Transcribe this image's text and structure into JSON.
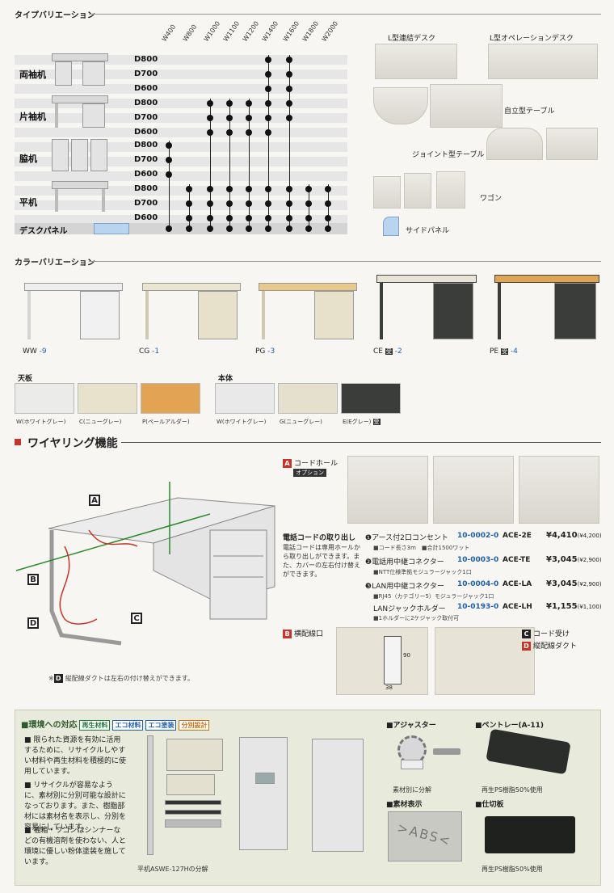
{
  "type_variation": {
    "title": "タイプバリエーション",
    "widths": [
      "W400",
      "W800",
      "W1000",
      "W1100",
      "W1200",
      "W1400",
      "W1600",
      "W1800",
      "W2000"
    ],
    "groups": [
      {
        "name": "両袖机",
        "depths": [
          "D800",
          "D700",
          "D600"
        ]
      },
      {
        "name": "片袖机",
        "depths": [
          "D800",
          "D700",
          "D600"
        ]
      },
      {
        "name": "脇机",
        "depths": [
          "D800",
          "D700",
          "D600"
        ]
      },
      {
        "name": "平机",
        "depths": [
          "D800",
          "D700",
          "D600"
        ]
      }
    ],
    "panel_label": "デスクパネル",
    "options": {
      "l_desk": "L型連結デスク",
      "l_operation": "L型オペレーションデスク",
      "standalone_table": "自立型テーブル",
      "joint_table": "ジョイント型テーブル",
      "wagon": "ワゴン",
      "side_panel": "サイドパネル"
    }
  },
  "color_variation": {
    "title": "カラーバリエーション",
    "models": [
      {
        "code": "WW",
        "num": "-9"
      },
      {
        "code": "CG",
        "num": "-1"
      },
      {
        "code": "PG",
        "num": "-3"
      },
      {
        "code": "CE",
        "num": "-2",
        "mark": "受"
      },
      {
        "code": "PE",
        "num": "-4",
        "mark": "受"
      }
    ],
    "top_label": "天板",
    "top_colors": [
      {
        "label": "W(ホワイトグレー)",
        "color": "#ebebea"
      },
      {
        "label": "C(ニューグレー)",
        "color": "#e8e1cc"
      },
      {
        "label": "P(ペールアルダー)",
        "color": "#e2a454"
      }
    ],
    "body_label": "本体",
    "body_colors": [
      {
        "label": "W(ホワイトグレー)",
        "color": "#e9e9e9"
      },
      {
        "label": "G(ニューグレー)",
        "color": "#e5dfcd"
      },
      {
        "label": "E(Eグレー)",
        "color": "#3b3d3a",
        "mark": "受"
      }
    ]
  },
  "wiring": {
    "title": "ワイヤリング機能",
    "letters": {
      "a": "A",
      "b": "B",
      "c": "C",
      "d": "D"
    },
    "cord_hole_label": "コードホール",
    "option_badge": "オプション",
    "phone_title": "電話コードの取り出し",
    "phone_desc": "電話コードは専用ホールから取り出しができます。また、カバーの左右付け替えができます。",
    "note": "縦配線ダクトは左右の付け替えができます。",
    "items": [
      {
        "num": "❶",
        "name": "アース付2口コンセント",
        "code": "10-0002-0",
        "model": "ACE-2E",
        "price": "¥4,410",
        "sub": "(¥4,200)",
        "note": "■コード長さ3m　■合計1500ワット"
      },
      {
        "num": "❷",
        "name": "電話用中継コネクター",
        "code": "10-0003-0",
        "model": "ACE-TE",
        "price": "¥3,045",
        "sub": "(¥2,900)",
        "note": "■NTT仕様準拠モジュラージャック1口"
      },
      {
        "num": "❸",
        "name": "LAN用中継コネクター",
        "code": "10-0004-0",
        "model": "ACE-LA",
        "price": "¥3,045",
        "sub": "(¥2,900)",
        "note": "■RJ45（カテゴリー5）モジュラージャック1口"
      },
      {
        "num": "",
        "name": "LANジャックホルダー",
        "code": "10-0193-0",
        "model": "ACE-LH",
        "price": "¥1,155",
        "sub": "(¥1,100)",
        "note": "■1ホルダーに2ケジャック取付可"
      }
    ],
    "b_label": "横配線口",
    "c_label": "コード受け",
    "d_label": "縦配線ダクト",
    "dim_a": "38",
    "dim_b": "90"
  },
  "environment": {
    "title": "■環境への対応",
    "tags": [
      "再生材料",
      "エコ材料",
      "エコ塗装",
      "分別設計"
    ],
    "bullets": [
      "■ 限られた資源を有効に活用するために、リサイクルしやすい材料や再生材料を積極的に使用しています。",
      "■ リサイクルが容易なように、素材別に分別可能な設計になっております。また、樹脂部材には素材名を表示し、分別を容易にしています。",
      "■ 袖箱・ワゴンはシンナーなどの有機溶剤を使わない、人と環境に優しい粉体塗装を施しています。"
    ],
    "disassembly_caption": "平机ASWE-127Hの分解",
    "adjuster": "■アジャスター",
    "adjuster_caption": "素材別に分解",
    "material_label": "■素材表示",
    "material_mark": ">ABS<",
    "pen_tray": "■ペントレー(A-11)",
    "pen_tray_caption": "再生PS樹脂50%使用",
    "divider": "■仕切板",
    "divider_caption": "再生PS樹脂50%使用"
  }
}
